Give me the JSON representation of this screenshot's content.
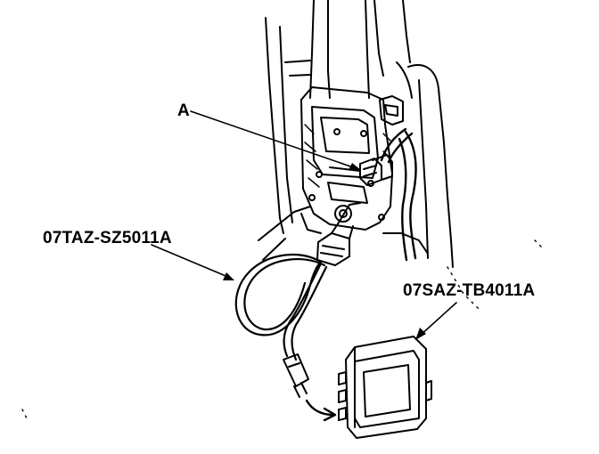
{
  "callouts": {
    "a": "A",
    "cable_part": "07TAZ-SZ5011A",
    "box_part": "07SAZ-TB4011A"
  },
  "colors": {
    "ink": "#000000",
    "paper": "#ffffff"
  }
}
